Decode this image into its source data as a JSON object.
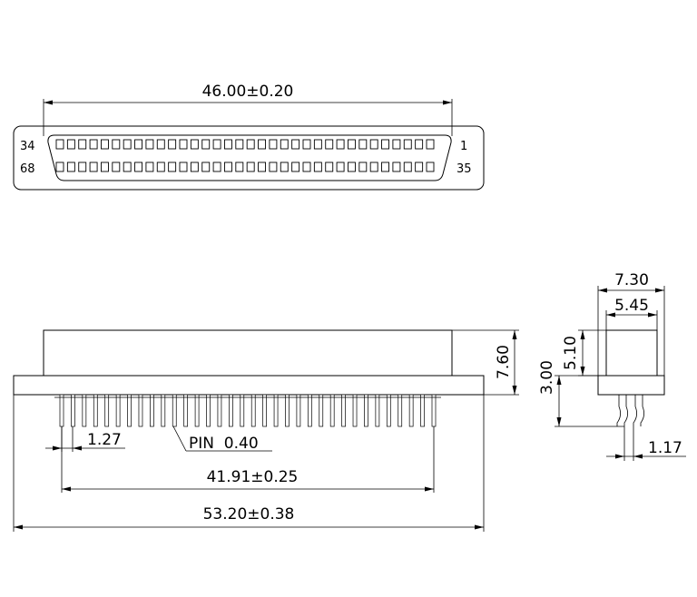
{
  "top_view": {
    "width_dim": "46.00±0.20",
    "row_top_left_label": "34",
    "row_top_right_label": "1",
    "row_bottom_left_label": "68",
    "row_bottom_right_label": "35",
    "pins_per_row": 34
  },
  "front_view": {
    "height_dim": "7.60",
    "pitch_dim": "1.27",
    "pin_dim": "PIN  0.40",
    "pin_span_dim": "41.91±0.25",
    "overall_width_dim": "53.20±0.38",
    "pin_count_visible": 34
  },
  "side_view": {
    "total_width_dim": "7.30",
    "body_width_dim": "5.45",
    "body_height_dim": "5.10",
    "flange_height_dim": "3.00",
    "pin_offset_dim": "1.17"
  }
}
